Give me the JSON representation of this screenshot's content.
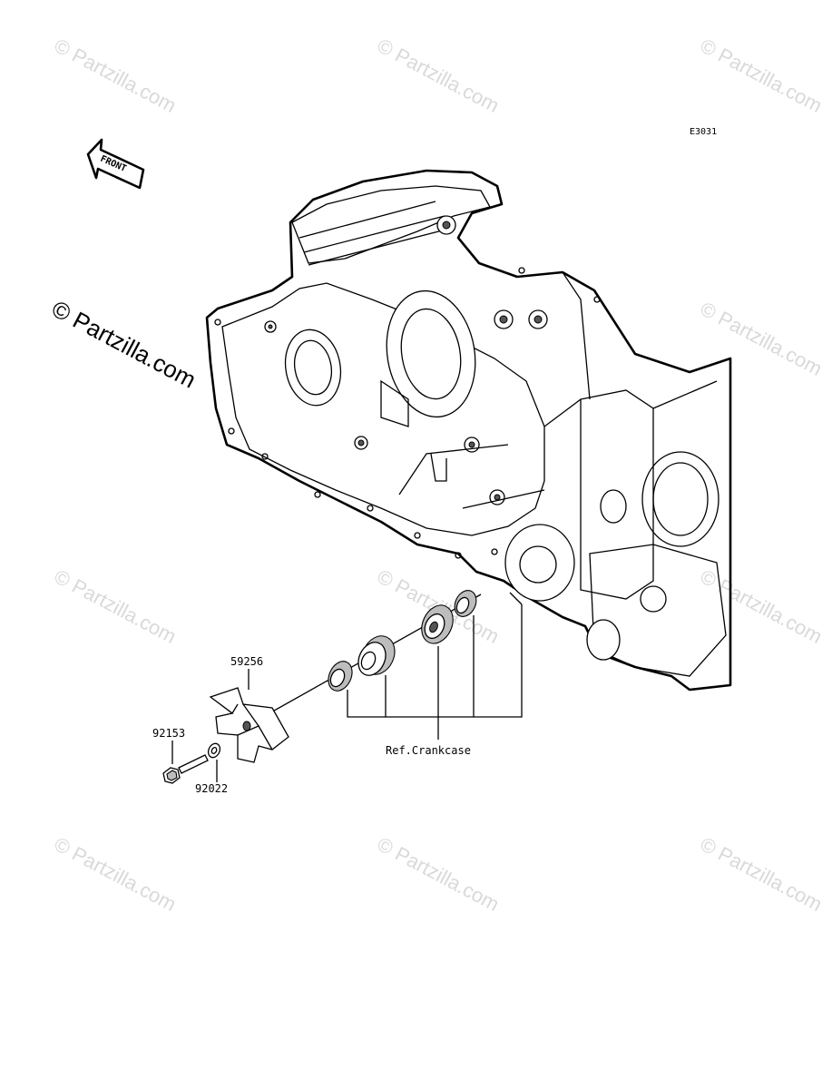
{
  "diagram_code": "E3031",
  "front_label": "FRONT",
  "watermark_text": "© Partzilla.com",
  "reference_label": "Ref.Crankcase",
  "callouts": [
    {
      "id": "impeller",
      "number": "59256"
    },
    {
      "id": "bolt",
      "number": "92153"
    },
    {
      "id": "washer",
      "number": "92022"
    }
  ]
}
